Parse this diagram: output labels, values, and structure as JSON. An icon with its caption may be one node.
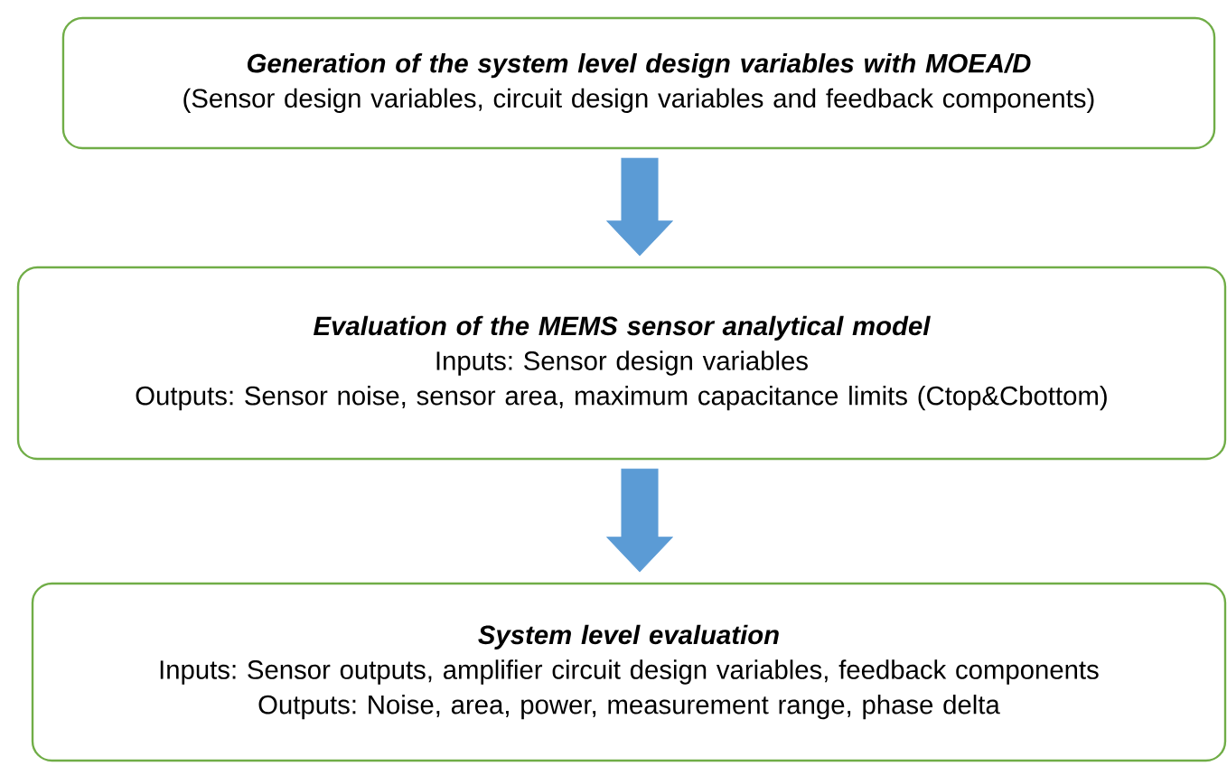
{
  "diagram": {
    "nodes": [
      {
        "text": [
          "Generation of the system level design variables with MOEA/D",
          "(Sensor design variables, circuit design variables and feedback components)"
        ]
      },
      {
        "text": [
          "Evaluation of the MEMS sensor analytical model",
          "Inputs: Sensor design variables",
          "Outputs: Sensor noise, sensor area, maximum capacitance limits (Ctop&Cbottom)"
        ]
      },
      {
        "text": [
          "System level evaluation",
          "Inputs: Sensor outputs, amplifier circuit design variables, feedback components",
          "Outputs: Noise, area, power, measurement range, phase delta"
        ]
      }
    ],
    "edges": [
      {
        "from": 0,
        "to": 1,
        "arrow": "to"
      },
      {
        "from": 1,
        "to": 2,
        "arrow": "to"
      }
    ]
  }
}
